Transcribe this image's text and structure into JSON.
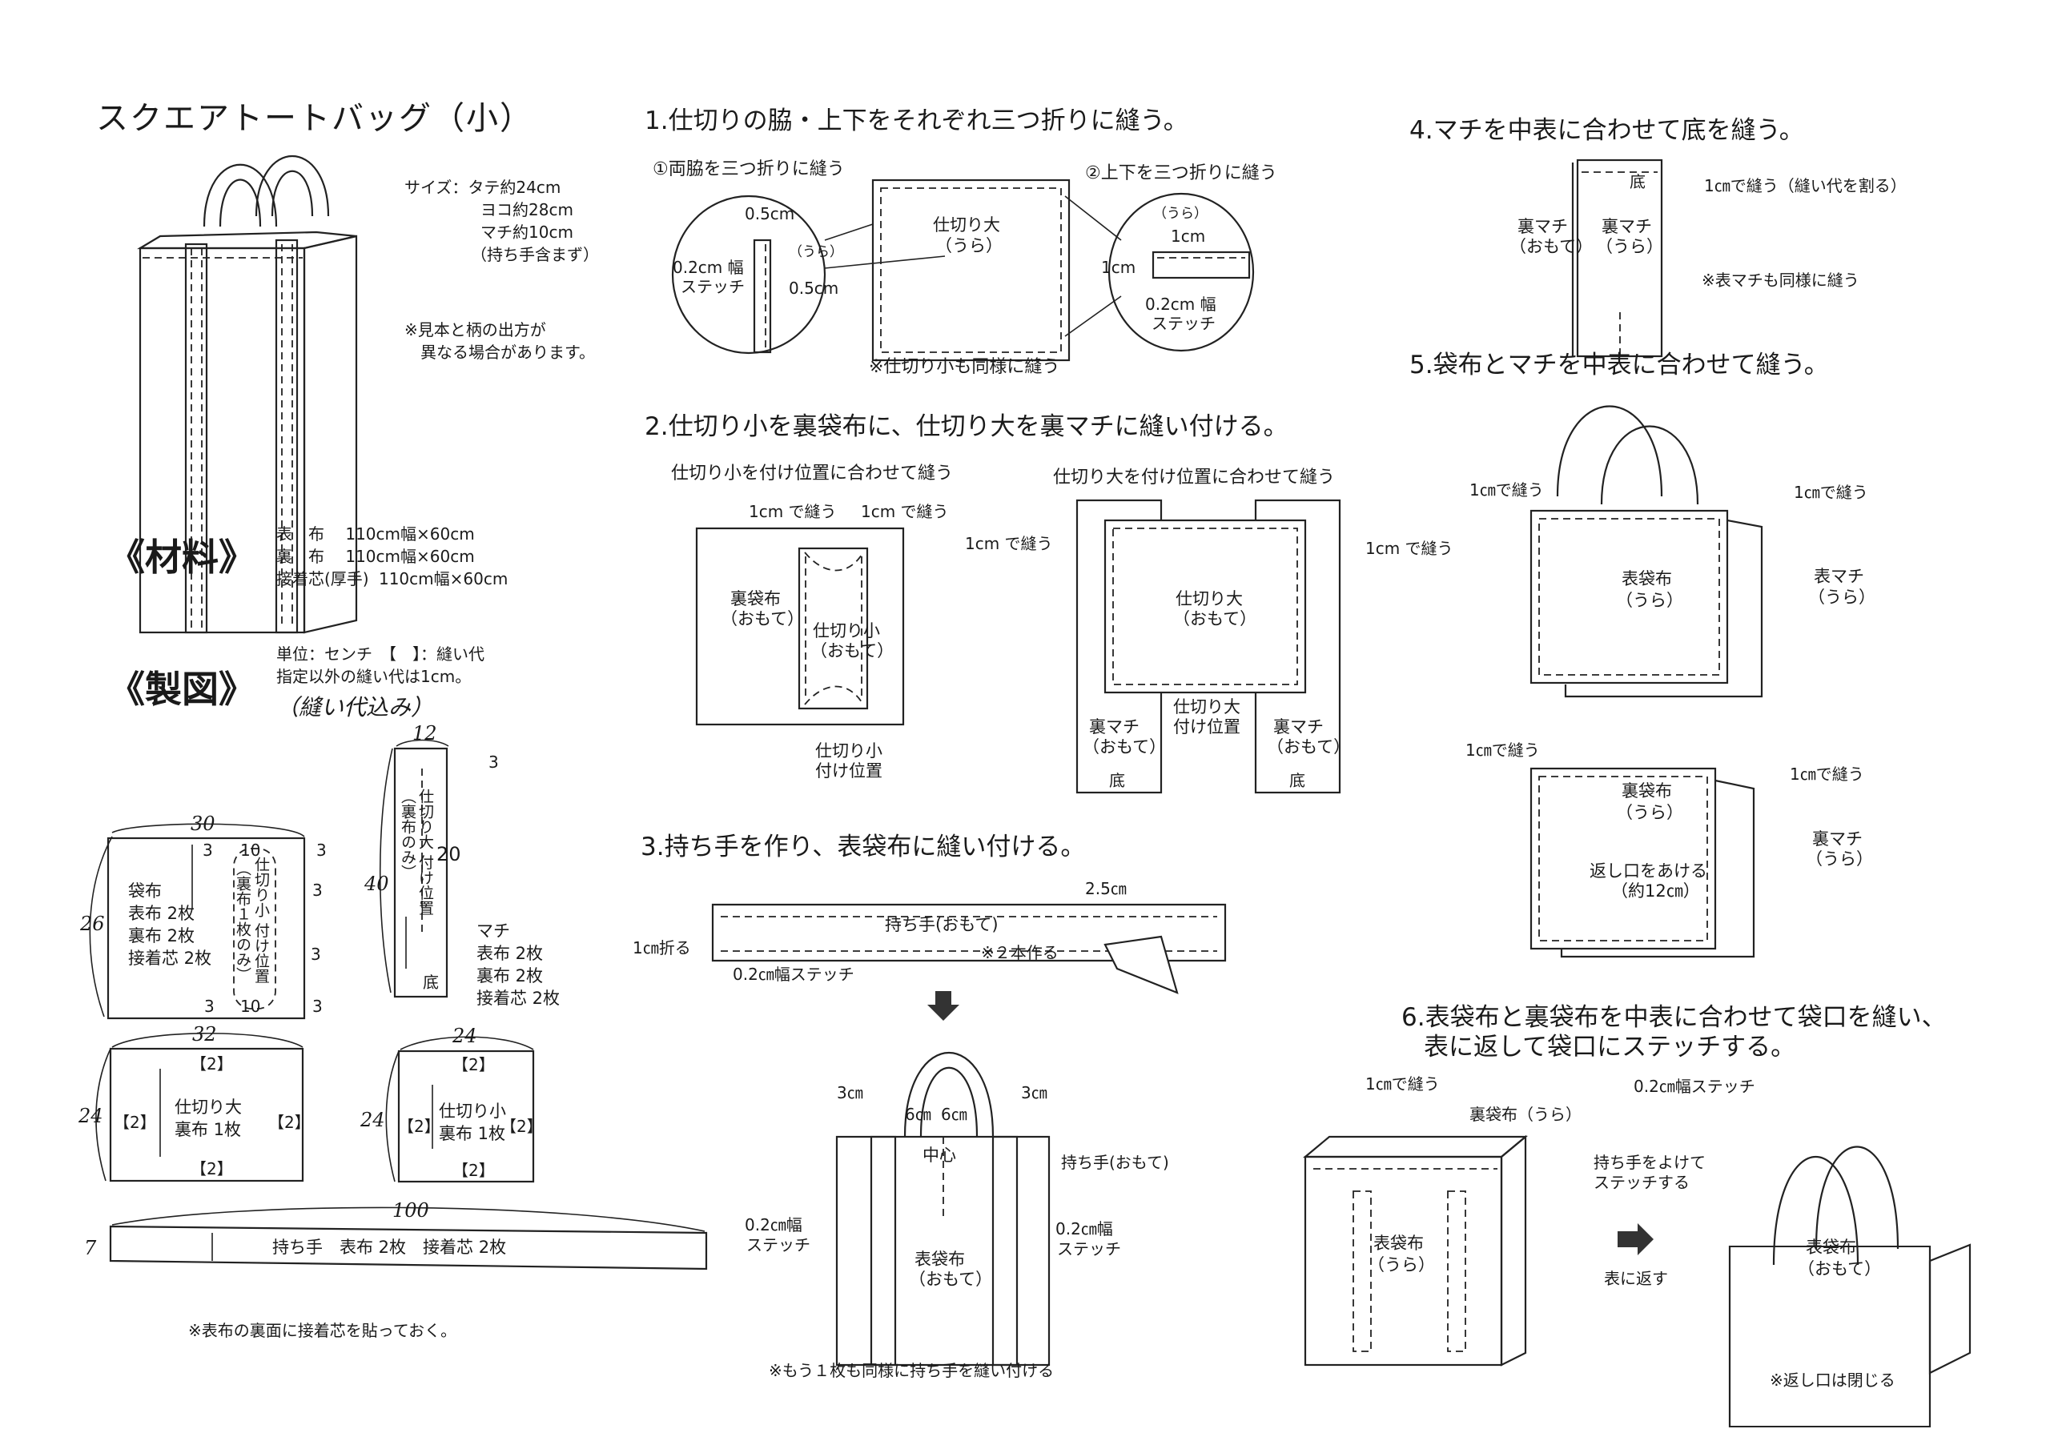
{
  "title": "スクエアトートバッグ（小）",
  "size": {
    "lines": [
      "サイズ：タテ約24cm",
      "ヨコ約28cm",
      "マチ約10cm",
      "（持ち手含まず）"
    ]
  },
  "note_sample": [
    "※見本と柄の出方が",
    "異なる場合があります。"
  ],
  "materials": {
    "heading": "《材料》",
    "items": [
      {
        "name": "表　布",
        "spec": "110cm幅×60cm"
      },
      {
        "name": "裏　布",
        "spec": "110cm幅×60cm"
      },
      {
        "name": "接着芯(厚手)",
        "spec": "110cm幅×60cm"
      }
    ]
  },
  "pattern": {
    "heading": "《製図》",
    "unit_note": "単位：センチ　【　】：縫い代",
    "seam_note": "指定以外の縫い代は1cm。",
    "handwritten": "（縫い代込み）",
    "pieces": {
      "bag": {
        "width": "30",
        "height": "26",
        "label": [
          "袋布",
          "表布 2枚",
          "裏布 2枚",
          "接着芯 2枚"
        ],
        "inner_label": "仕切り小 付け位置",
        "inner_sub": "（裏布１枚のみ）",
        "marks": [
          "3",
          "10",
          "3",
          "3",
          "3",
          "3",
          "10",
          "3"
        ]
      },
      "gusset": {
        "width": "12",
        "height": "40",
        "mark_top": "3",
        "mark_side": "20",
        "inner_label": "仕切り大 付け位置",
        "inner_sub": "（裏布のみ）",
        "bottom": "底",
        "label": [
          "マチ",
          "表布 2枚",
          "裏布 2枚",
          "接着芯 2枚"
        ]
      },
      "divider_large": {
        "width": "32",
        "height": "24",
        "seam": "【2】",
        "label": [
          "仕切り大",
          "裏布 1枚"
        ]
      },
      "divider_small": {
        "width": "24",
        "height": "24",
        "seam": "【2】",
        "label": [
          "仕切り小",
          "裏布 1枚"
        ]
      },
      "handle": {
        "length": "100",
        "width": "7",
        "label": "持ち手　表布 2枚　接着芯 2枚"
      }
    },
    "footnote": "※表布の裏面に接着芯を貼っておく。"
  },
  "steps": [
    {
      "title": "1.仕切りの脇・上下をそれぞれ三つ折りに縫う。",
      "sub1": "①両脇を三つ折りに縫う",
      "sub2": "②上下を三つ折りに縫う",
      "panel_label": [
        "仕切り大",
        "（うら）"
      ],
      "left_detail": {
        "a": "0.5cm",
        "b": "（うら）",
        "c": "0.2cm 幅",
        "d": "ステッチ",
        "e": "0.5cm"
      },
      "right_detail": {
        "a": "（うら）",
        "b": "1cm",
        "c": "1cm",
        "d": "0.2cm 幅",
        "e": "ステッチ"
      },
      "note": "※仕切り小も同様に縫う"
    },
    {
      "title": "2.仕切り小を裏袋布に、仕切り大を裏マチに縫い付ける。",
      "left_heading": "仕切り小を付け位置に合わせて縫う",
      "right_heading": "仕切り大を付け位置に合わせて縫う",
      "sew_1cm": "1cm で縫う",
      "lining": [
        "裏袋布",
        "（おもて）"
      ],
      "small_div": [
        "仕切り小",
        "（おもて）"
      ],
      "small_pos": [
        "仕切り小",
        "付け位置"
      ],
      "large_div": [
        "仕切り大",
        "（おもて）"
      ],
      "large_pos": [
        "仕切り大",
        "付け位置"
      ],
      "gusset": [
        "裏マチ",
        "（おもて）"
      ],
      "bottom": "底"
    },
    {
      "title": "3.持ち手を作り、表袋布に縫い付ける。",
      "handle_label": "持ち手(おもて)",
      "w": "2.5㎝",
      "fold": "1㎝折る",
      "stitch": "0.2㎝幅ステッチ",
      "make2": "※２本作る",
      "m3": "3㎝",
      "m6": "6㎝",
      "center": "中心",
      "handle_face": "持ち手(おもて)",
      "stitch2": [
        "0.2㎝幅",
        "ステッチ"
      ],
      "body": [
        "表袋布",
        "（おもて）"
      ],
      "note": "※もう１枚も同様に持ち手を縫い付ける"
    },
    {
      "title": "4.マチを中表に合わせて底を縫う。",
      "bottom": "底",
      "sew": "1㎝で縫う（縫い代を割る）",
      "left": [
        "裏マチ",
        "（おもて）"
      ],
      "right": [
        "裏マチ",
        "（うら）"
      ],
      "note": "※表マチも同様に縫う"
    },
    {
      "title": "5.袋布とマチを中表に合わせて縫う。",
      "sew": "1㎝で縫う",
      "outer_body": [
        "表袋布",
        "（うら）"
      ],
      "outer_gusset": [
        "表マチ",
        "（うら）"
      ],
      "lining_body": [
        "裏袋布",
        "（うら）"
      ],
      "opening": [
        "返し口をあける",
        "（約12㎝）"
      ],
      "lining_gusset": [
        "裏マチ",
        "（うら）"
      ]
    },
    {
      "title_line1": "6.表袋布と裏袋布を中表に合わせて袋口を縫い、",
      "title_line2": "表に返して袋口にステッチする。",
      "sew": "1㎝で縫う",
      "lining": "裏袋布（うら）",
      "body_in": [
        "表袋布",
        "（うら）"
      ],
      "turn": "表に返す",
      "stitch": "0.2㎝幅ステッチ",
      "avoid": [
        "持ち手をよけて",
        "ステッチする"
      ],
      "body_out": [
        "表袋布",
        "（おもて）"
      ],
      "note": "※返し口は閉じる"
    }
  ]
}
